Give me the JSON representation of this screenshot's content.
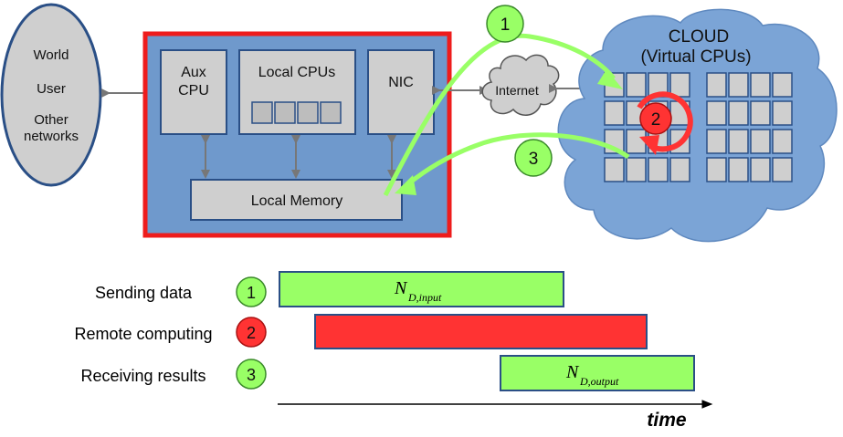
{
  "world": {
    "line1": "World",
    "line2": "User",
    "line3": "Other",
    "line4": "networks"
  },
  "local_system": {
    "aux_cpu_line1": "Aux",
    "aux_cpu_line2": "CPU",
    "local_cpus": "Local CPUs",
    "nic": "NIC",
    "local_memory": "Local Memory"
  },
  "internet": "Internet",
  "cloud": {
    "line1": "CLOUD",
    "line2": "(Virtual CPUs)"
  },
  "steps": {
    "step1": "1",
    "step2": "2",
    "step3": "3"
  },
  "timeline": {
    "rows": [
      {
        "label": "Sending data",
        "step": "1",
        "bar_main": "N",
        "bar_sub": "D,input"
      },
      {
        "label": "Remote computing",
        "step": "2"
      },
      {
        "label": "Receiving results",
        "step": "3",
        "bar_main": "N",
        "bar_sub": "D,output"
      }
    ],
    "axis_label": "time"
  },
  "colors": {
    "frame_red": "#ee1c1c",
    "panel_blue": "#6f99cc",
    "box_gray": "#cfcfcf",
    "cloud_blue": "#7ba4d6",
    "green": "#99ff66",
    "red": "#ff3333"
  }
}
